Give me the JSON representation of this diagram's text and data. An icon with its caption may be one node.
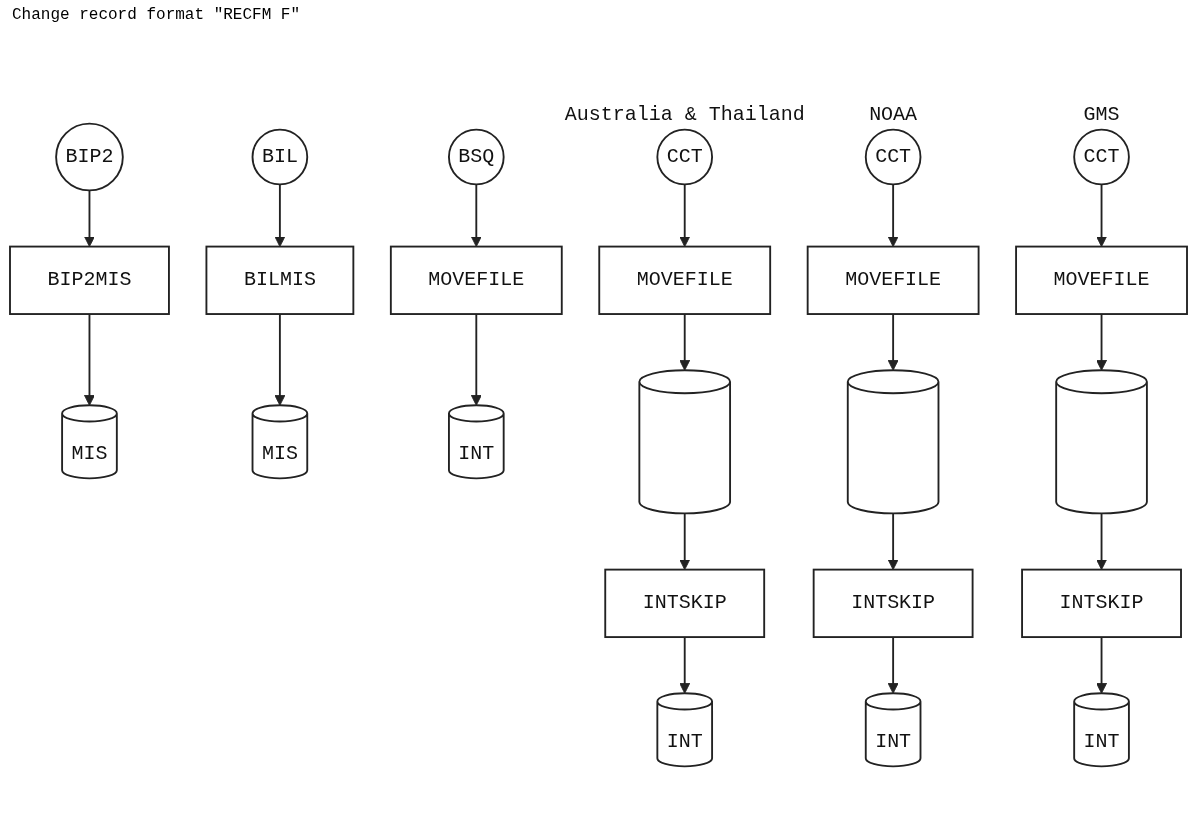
{
  "diagram": {
    "nodes": [
      {
        "text": [
          "BIP2"
        ]
      },
      {
        "text": [
          "BIP2MIS"
        ]
      },
      {
        "text": [
          "MIS"
        ]
      },
      {
        "text": [
          "BIL"
        ]
      },
      {
        "text": [
          "BILMIS"
        ]
      },
      {
        "text": [
          "MIS"
        ]
      },
      {
        "text": [
          "BSQ"
        ]
      },
      {
        "text": [
          "MOVEFILE"
        ]
      },
      {
        "text": [
          "INT"
        ]
      },
      {
        "text": [
          "CCT"
        ],
        "beside": [
          "Australia & Thailand"
        ]
      },
      {
        "text": [
          "MOVEFILE"
        ]
      },
      {
        "text": [],
        "shape": "cylinder"
      },
      {
        "text": [
          "INTSKIP"
        ]
      },
      {
        "text": [
          "INT"
        ]
      },
      {
        "text": [
          "CCT"
        ],
        "beside": [
          "NOAA"
        ]
      },
      {
        "text": [
          "MOVEFILE"
        ]
      },
      {
        "text": [],
        "shape": "cylinder"
      },
      {
        "text": [
          "INTSKIP"
        ]
      },
      {
        "text": [
          "INT"
        ]
      },
      {
        "text": [
          "CCT"
        ],
        "beside": [
          "GMS"
        ]
      },
      {
        "text": [
          "MOVEFILE"
        ]
      },
      {
        "text": [],
        "shape": "cylinder"
      },
      {
        "text": [
          "INTSKIP"
        ]
      },
      {
        "text": [
          "INT"
        ]
      }
    ],
    "edges": [
      {
        "from": 0,
        "to": 1,
        "arrow": "to"
      },
      {
        "from": 1,
        "to": 2,
        "arrow": "to"
      },
      {
        "from": 3,
        "to": 4,
        "arrow": "to"
      },
      {
        "from": 4,
        "to": 5,
        "arrow": "to"
      },
      {
        "from": 6,
        "to": 7,
        "arrow": "to"
      },
      {
        "from": 7,
        "to": 8,
        "arrow": "to"
      },
      {
        "from": 9,
        "to": 10,
        "arrow": "to"
      },
      {
        "from": 10,
        "to": 11,
        "arrow": "to"
      },
      {
        "from": 11,
        "to": 12,
        "arrow": "to"
      },
      {
        "from": 12,
        "to": 13,
        "arrow": "to"
      },
      {
        "from": 14,
        "to": 15,
        "arrow": "to"
      },
      {
        "from": 15,
        "to": 16,
        "arrow": "to"
      },
      {
        "from": 16,
        "to": 17,
        "arrow": "to"
      },
      {
        "from": 17,
        "to": 18,
        "arrow": "to"
      },
      {
        "from": 19,
        "to": 20,
        "arrow": "to"
      },
      {
        "from": 20,
        "to": 21,
        "arrow": "to"
      },
      {
        "from": 21,
        "to": 22,
        "arrow": "to"
      },
      {
        "from": 22,
        "to": 23,
        "arrow": "to"
      }
    ],
    "labels": [
      "Change record format \"RECFM F\""
    ]
  }
}
